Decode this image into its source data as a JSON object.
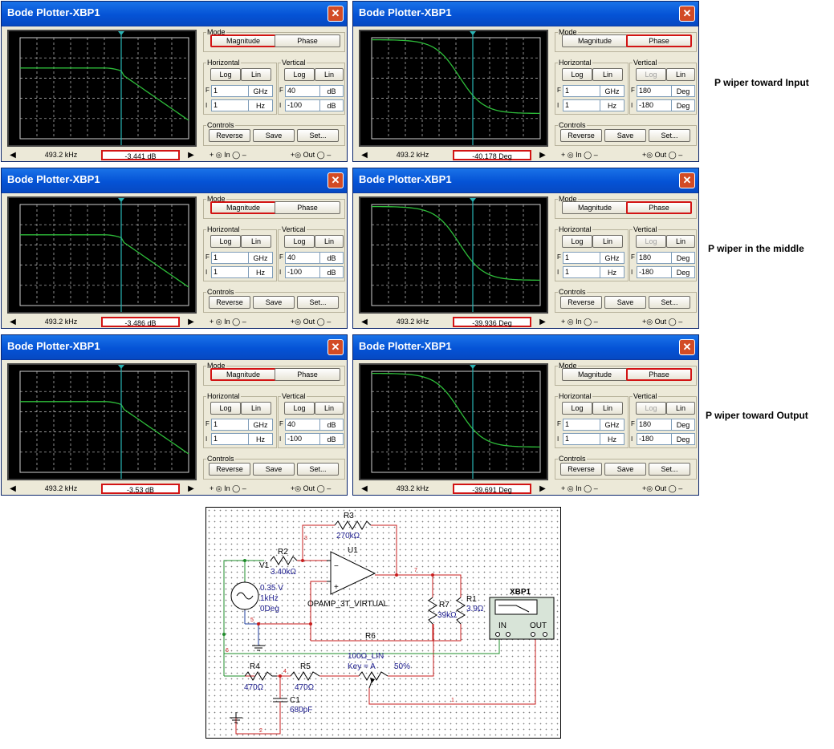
{
  "windows": [
    {
      "id": "w1",
      "title": "Bode Plotter-XBP1",
      "mode_selected": "magnitude",
      "curve": "magnitude",
      "vertical_log_disabled": false,
      "h_final": "1",
      "h_final_unit": "GHz",
      "h_initial": "1",
      "h_initial_unit": "Hz",
      "v_final": "40",
      "v_final_unit": "dB",
      "v_initial": "-100",
      "v_initial_unit": "dB",
      "freq_readout": "493.2 kHz",
      "value_readout": "-3.441 dB"
    },
    {
      "id": "w2",
      "title": "Bode Plotter-XBP1",
      "mode_selected": "phase",
      "curve": "phase",
      "vertical_log_disabled": true,
      "h_final": "1",
      "h_final_unit": "GHz",
      "h_initial": "1",
      "h_initial_unit": "Hz",
      "v_final": "180",
      "v_final_unit": "Deg",
      "v_initial": "-180",
      "v_initial_unit": "Deg",
      "freq_readout": "493.2 kHz",
      "value_readout": "-40.178 Deg"
    },
    {
      "id": "w3",
      "title": "Bode Plotter-XBP1",
      "mode_selected": "magnitude",
      "curve": "magnitude",
      "vertical_log_disabled": false,
      "h_final": "1",
      "h_final_unit": "GHz",
      "h_initial": "1",
      "h_initial_unit": "Hz",
      "v_final": "40",
      "v_final_unit": "dB",
      "v_initial": "-100",
      "v_initial_unit": "dB",
      "freq_readout": "493.2 kHz",
      "value_readout": "-3.486 dB"
    },
    {
      "id": "w4",
      "title": "Bode Plotter-XBP1",
      "mode_selected": "phase",
      "curve": "phase",
      "vertical_log_disabled": true,
      "h_final": "1",
      "h_final_unit": "GHz",
      "h_initial": "1",
      "h_initial_unit": "Hz",
      "v_final": "180",
      "v_final_unit": "Deg",
      "v_initial": "-180",
      "v_initial_unit": "Deg",
      "freq_readout": "493.2 kHz",
      "value_readout": "-39.936 Deg"
    },
    {
      "id": "w5",
      "title": "Bode Plotter-XBP1",
      "mode_selected": "magnitude",
      "curve": "magnitude",
      "vertical_log_disabled": false,
      "h_final": "1",
      "h_final_unit": "GHz",
      "h_initial": "1",
      "h_initial_unit": "Hz",
      "v_final": "40",
      "v_final_unit": "dB",
      "v_initial": "-100",
      "v_initial_unit": "dB",
      "freq_readout": "493.2 kHz",
      "value_readout": "-3.53 dB"
    },
    {
      "id": "w6",
      "title": "Bode Plotter-XBP1",
      "mode_selected": "phase",
      "curve": "phase",
      "vertical_log_disabled": true,
      "h_final": "1",
      "h_final_unit": "GHz",
      "h_initial": "1",
      "h_initial_unit": "Hz",
      "v_final": "180",
      "v_final_unit": "Deg",
      "v_initial": "-180",
      "v_initial_unit": "Deg",
      "freq_readout": "493.2 kHz",
      "value_readout": "-39.691 Deg"
    }
  ],
  "panel_labels": {
    "mode": "Mode",
    "magnitude": "Magnitude",
    "phase": "Phase",
    "horizontal": "Horizontal",
    "vertical": "Vertical",
    "log": "Log",
    "lin": "Lin",
    "f": "F",
    "i": "I",
    "controls": "Controls",
    "reverse": "Reverse",
    "save": "Save",
    "set": "Set...",
    "term_in": "+ ◎ In ◯ –",
    "term_out": "+◎ Out ◯ –",
    "close": "✕",
    "left_arrow": "◀",
    "right_arrow": "▶"
  },
  "captions": [
    "P wiper toward Input",
    "P wiper in the middle",
    "P wiper toward Output"
  ],
  "schematic": {
    "r3": "R3",
    "r3_val": "270kΩ",
    "u1": "U1",
    "r2": "R2",
    "v1": "V1",
    "r2_val": "3.40kΩ",
    "v1_amp": "0.35 V",
    "v1_freq": "1kHz",
    "v1_phase": "0Deg",
    "opamp": "OPAMP_3T_VIRTUAL",
    "r7": "R7",
    "r7_val": "39kΩ",
    "r1": "R1",
    "r1_val": "3.9Ω",
    "r6": "R6",
    "r6_val": "100Ω_LIN",
    "r6_key": "Key = A",
    "r6_pct": "50%",
    "r4": "R4",
    "r4_val": "470Ω",
    "r5": "R5",
    "r5_val": "470Ω",
    "c1": "C1",
    "c1_val": "680pF",
    "xbp1": "XBP1",
    "in": "IN",
    "out": "OUT",
    "net3": "3",
    "net7": "7",
    "net5": "5",
    "net6": "6",
    "net4": "4",
    "net2": "2",
    "net1": "1",
    "minus": "−",
    "plus": "+"
  },
  "colors": {
    "curve": "#2ebd3a",
    "cursor": "#29b3b3",
    "wire_red": "#c81e1e",
    "wire_green": "#1e8c2a",
    "wire_blue": "#1e3c9c",
    "highlight": "#d21414"
  }
}
